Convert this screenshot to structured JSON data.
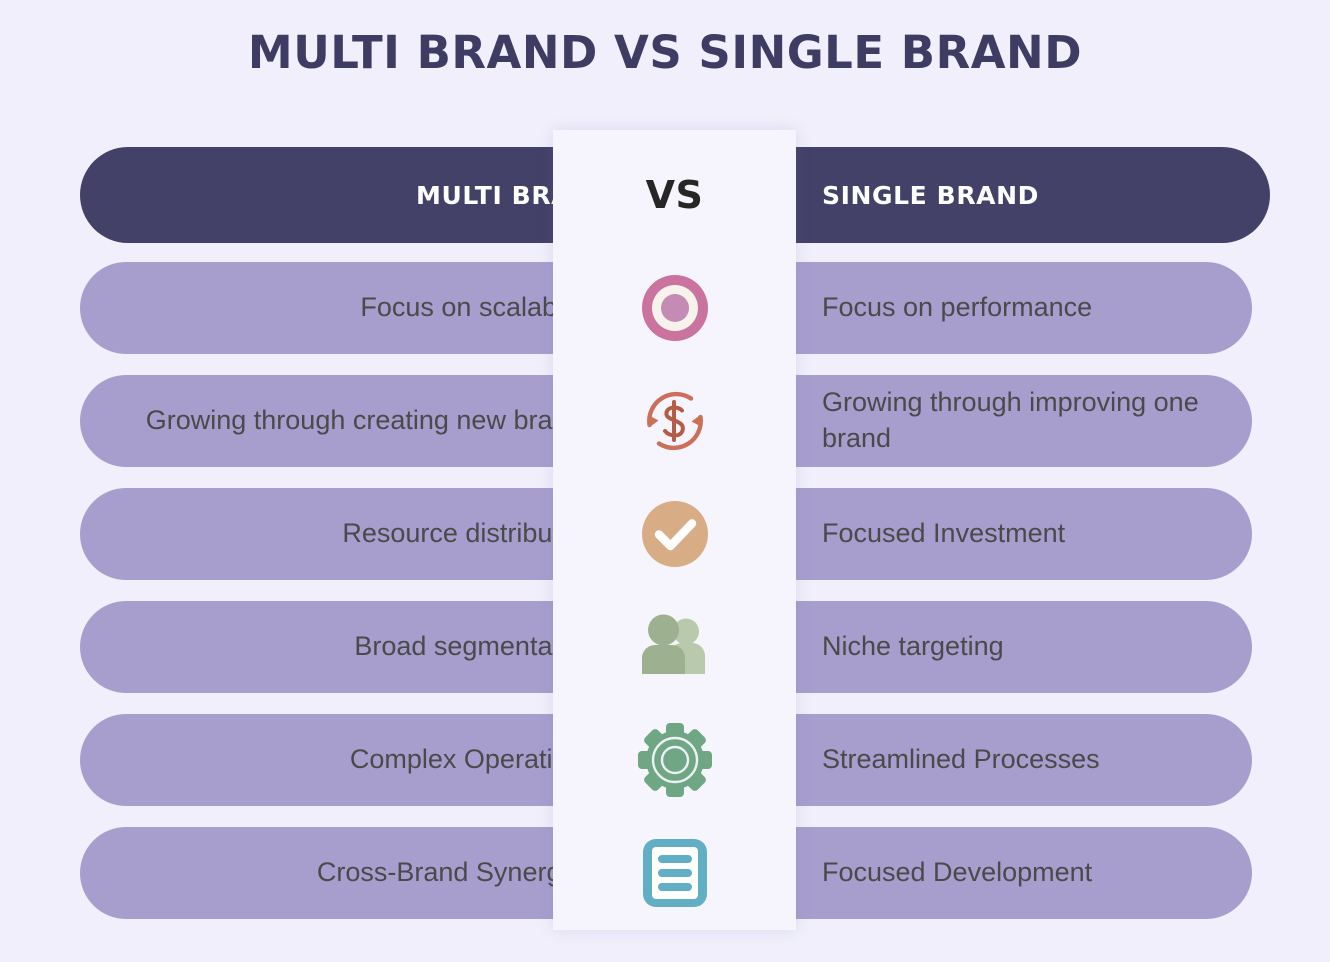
{
  "title": "MULTI BRAND VS SINGLE BRAND",
  "vs_label": "VS",
  "header": {
    "left": "MULTI BRAND",
    "right": "SINGLE BRAND"
  },
  "colors": {
    "background": "#f0effb",
    "center_strip": "#f6f5fd",
    "header_pill": "#434167",
    "item_pill": "#a79ece",
    "title_text": "#3e3c63",
    "item_text": "#4a4a4a",
    "vs_text": "#262626",
    "icon_target": "#c9739e",
    "icon_dollar": "#cc7059",
    "icon_check": "#d8ac85",
    "icon_people": "#9db08f",
    "icon_gear": "#6fa684",
    "icon_document": "#62aec4"
  },
  "rows": [
    {
      "icon": "target-icon",
      "left": "Focus on scalability",
      "right": "Focus on performance"
    },
    {
      "icon": "dollar-refresh-icon",
      "left": "Growing through creating new brands",
      "right": "Growing through improving one brand"
    },
    {
      "icon": "check-circle-icon",
      "left": "Resource distribution",
      "right": "Focused Investment"
    },
    {
      "icon": "people-icon",
      "left": "Broad segmentation",
      "right": "Niche targeting"
    },
    {
      "icon": "gear-icon",
      "left": "Complex Operations",
      "right": "Streamlined Processes"
    },
    {
      "icon": "document-lines-icon",
      "left": "Cross-Brand Synergies",
      "right": "Focused Development"
    }
  ]
}
